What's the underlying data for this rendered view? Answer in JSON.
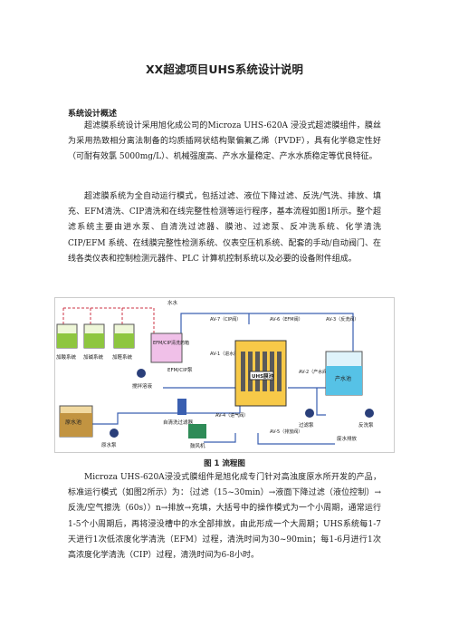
{
  "document": {
    "title": "XX超滤项目UHS系统设计说明",
    "section_heading": "系统设计概述",
    "paragraph1": "超滤膜系统设计采用旭化成公司的Microza UHS-620A 浸没式超滤膜组件，膜丝为采用热致相分离法制备的均质插网状结构聚偏氟乙烯（PVDF），具有化学稳定性好（可耐有效氯 5000mg/L）、机械强度高、产水水量稳定、产水水质稳定等优良特征。",
    "paragraph2": "超滤膜系统为全自动运行模式，包括过滤、液位下降过滤、反洗/气洗、排放、填充、EFM清洗、CIP清洗和在线完整性检测等运行程序，基本流程如图1所示。整个超滤系统主要由进水泵、自清洗过滤器、膜池、过滤泵、反冲洗系统、化学清洗CIP/EFM 系统、在线膜完整性检测系统、仪表空压机系统、配套的手动/自动阀门、在线各类仪表和控制检测元器件、PLC 计算机控制系统以及必要的设备附件组成。",
    "figure_caption": "图 1  流程图",
    "paragraph3": "Microza UHS-620A浸没式膜组件是旭化成专门针对高浊度原水所开发的产品，标准运行模式（如图2所示）为：｛过滤（15~30min）→液面下降过滤（液位控制）→反洗/空气擦洗（60s））n→排放→充填，大括号中的操作模式为一个小周期，通常运行1-5个小周期后，再将浸没槽中的水全部排放，由此形成一个大周期；UHS系统每1-7天进行1次低浓度化学清洗（EFM）过程，清洗时间为30~90min；每1-6月进行1次高浓度化学清洗（CIP）过程，清洗时间为6-8小时。"
  },
  "diagram": {
    "labels": {
      "water": "水水",
      "dosing1": "加酸系统",
      "dosing2": "加碱系统",
      "dosing3": "加醛系统",
      "efm_tank": "EFM/CIP清洗药箱",
      "efm_pump": "EFM/CIP泵",
      "rotor_pump": "搅拌溶液",
      "raw_tank": "原水池",
      "raw_pump": "原水泵",
      "self_filter": "自清洗过滤器",
      "av7": "AV-7（CIP阀）",
      "av6": "AV-6（EFM阀）",
      "av3": "AV-3（反洗阀）",
      "av1": "AV-1（进水阀）",
      "av2": "AV-2（产水阀）",
      "av4": "AV-4（进气阀）",
      "av5": "AV-5（排放阀）",
      "uhs": "UHS膜池",
      "blower": "鼓风机",
      "prod_tank": "产水池",
      "filter_pump": "过滤泵",
      "backwash_pump": "反洗泵",
      "waste": "废水排放"
    }
  }
}
